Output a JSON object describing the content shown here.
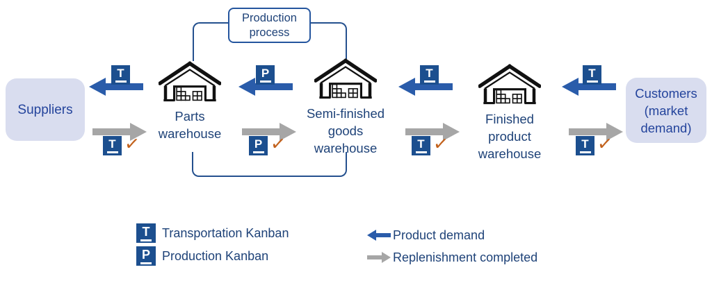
{
  "production_box": {
    "label": "Production\nprocess"
  },
  "suppliers": {
    "label": "Suppliers"
  },
  "customers": {
    "label": "Customers\n(market\ndemand)"
  },
  "warehouses": [
    {
      "label": "Parts\nwarehouse"
    },
    {
      "label": "Semi-finished\ngoods\nwarehouse"
    },
    {
      "label": "Finished\nproduct\nwarehouse"
    }
  ],
  "demand_kanbans": [
    "T",
    "P",
    "T",
    "T"
  ],
  "replenish_kanbans": [
    {
      "kanban": "T",
      "check": "✓"
    },
    {
      "kanban": "P",
      "check": "✓"
    },
    {
      "kanban": "T",
      "check": "✓"
    },
    {
      "kanban": "T",
      "check": "✓"
    }
  ],
  "legend": {
    "transportation_symbol": "T",
    "transportation_label": "Transportation Kanban",
    "production_symbol": "P",
    "production_label": "Production Kanban",
    "product_demand_label": "Product demand",
    "replenishment_label": "Replenishment completed"
  },
  "colors": {
    "arrow_blue": "#2a5caa",
    "badge_blue": "#1c4f8f",
    "arrow_gray": "#a6a6a6",
    "check_orange": "#c2611c",
    "text_navy": "#1e4278",
    "node_fill": "#d9ddef",
    "line_blue": "#24508e"
  }
}
